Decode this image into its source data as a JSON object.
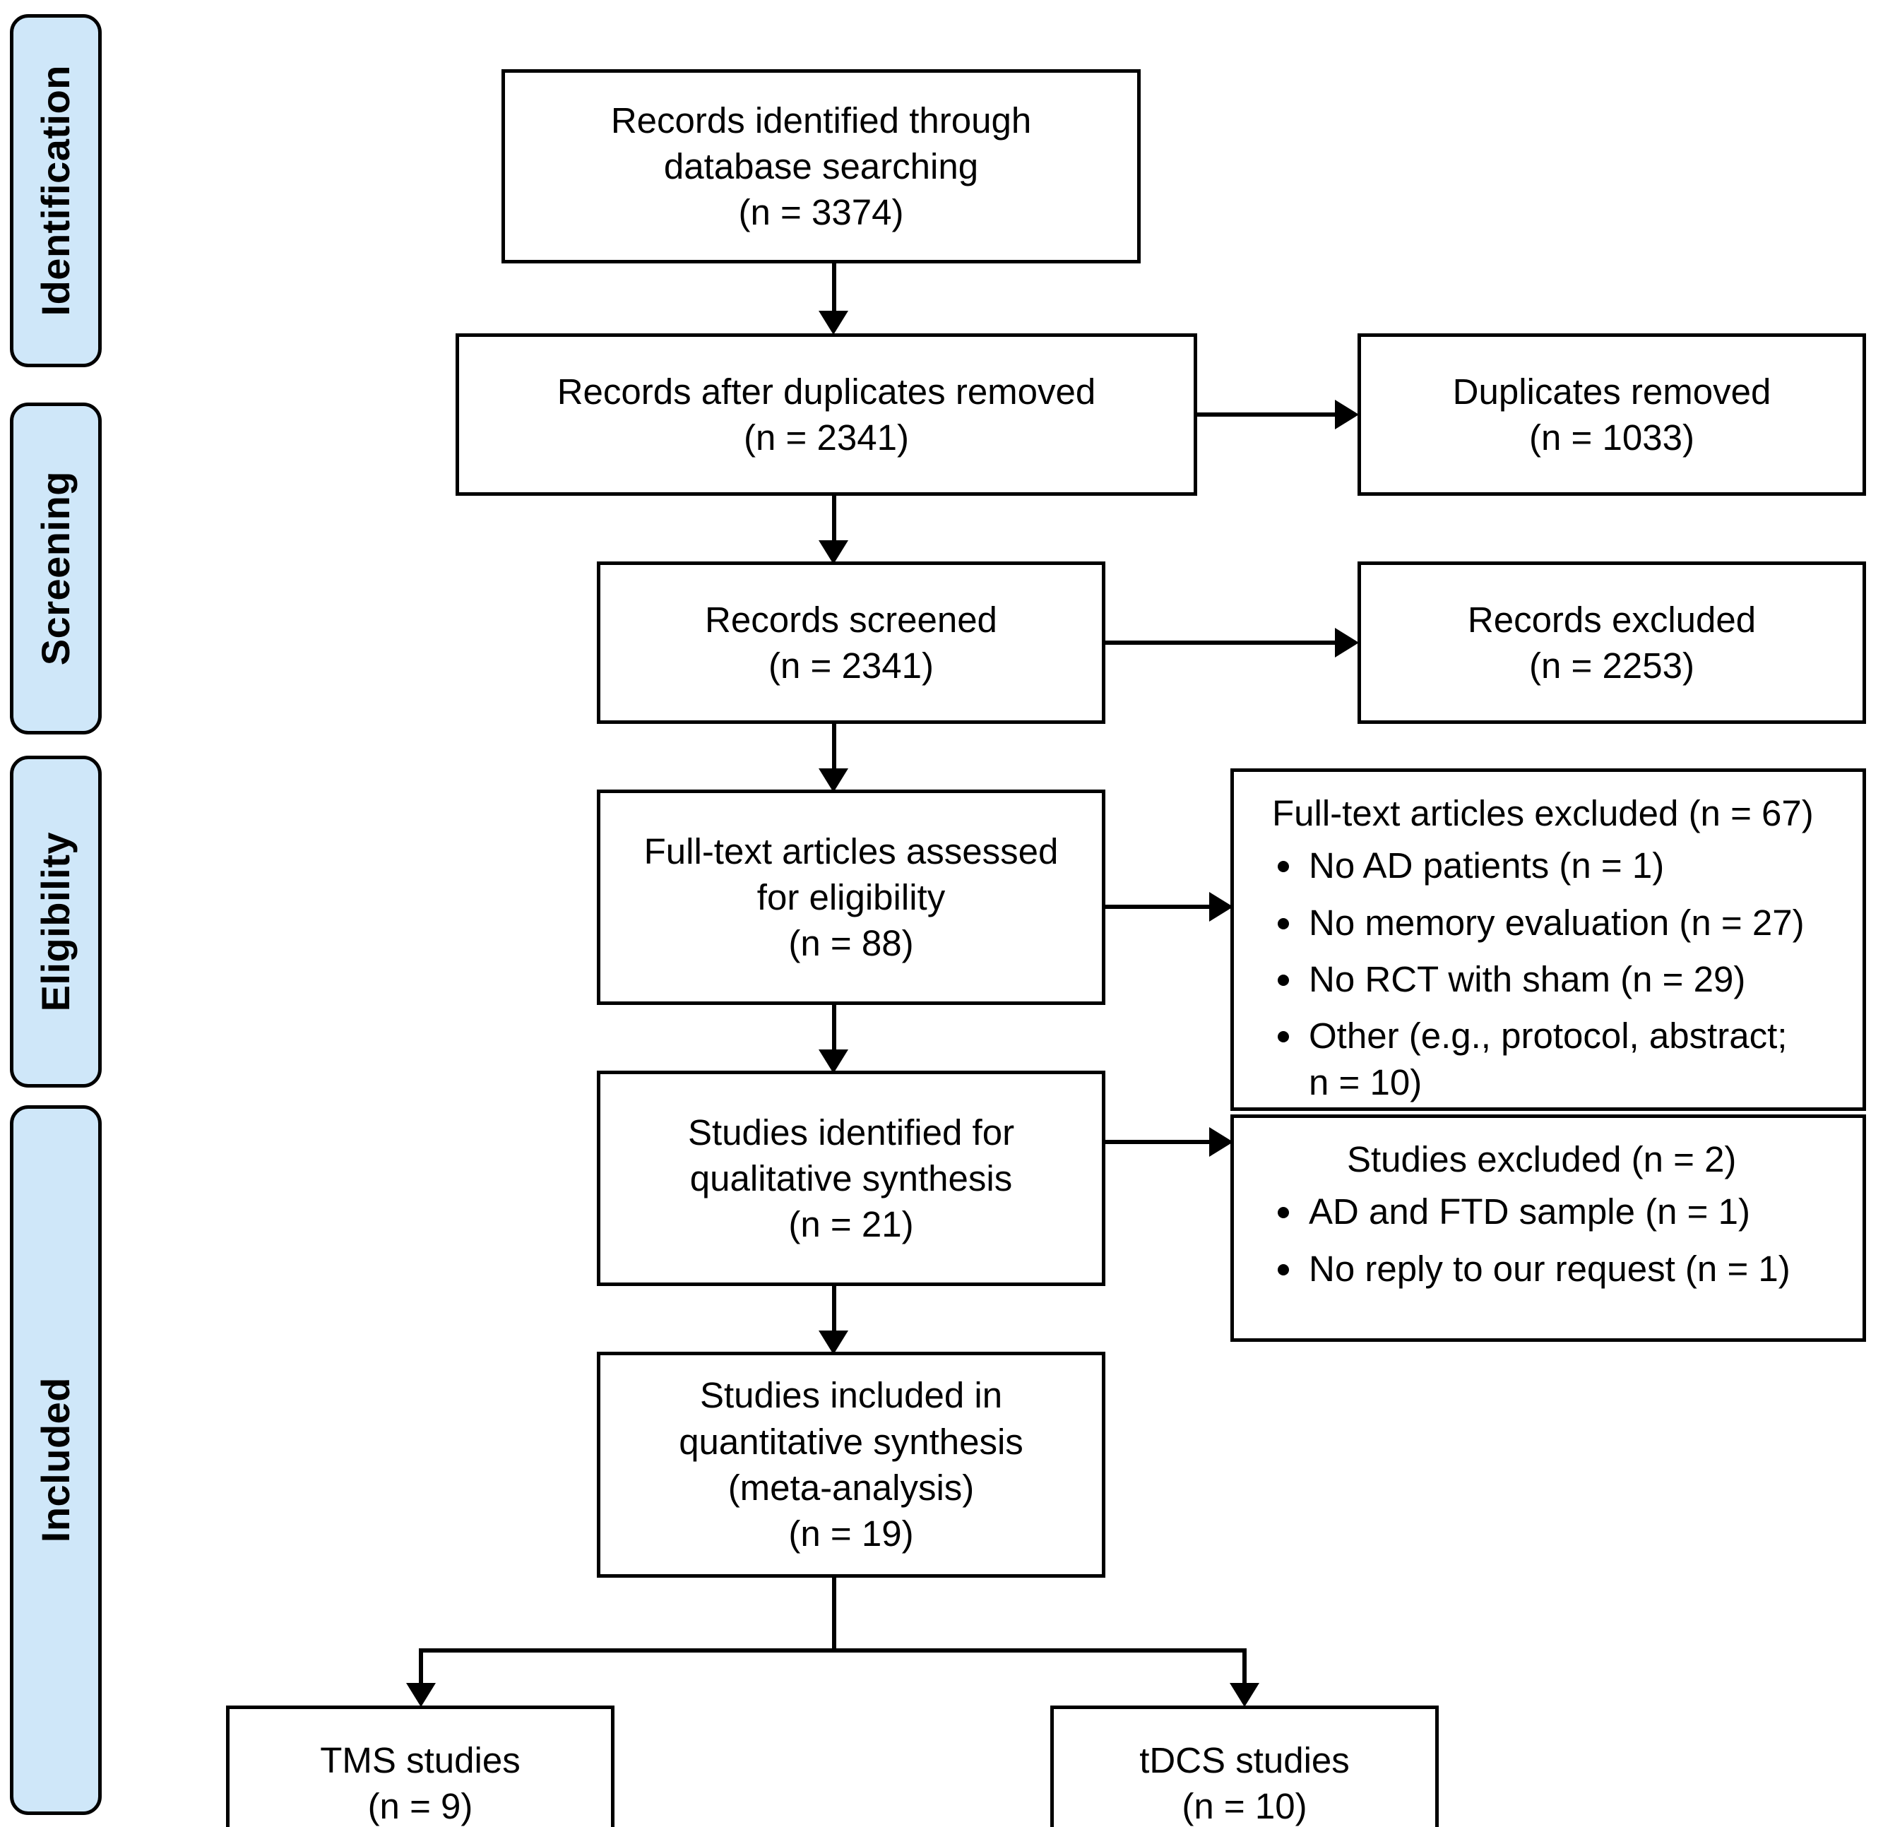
{
  "diagram": {
    "title": "PRISMA flow diagram",
    "accent_color": "#CFE7F9",
    "line_color": "#000000",
    "box_fill": "#ffffff"
  },
  "stages": [
    {
      "id": "identification",
      "label": "Identification"
    },
    {
      "id": "screening",
      "label": "Screening"
    },
    {
      "id": "eligibility",
      "label": "Eligibility"
    },
    {
      "id": "included",
      "label": "Included"
    }
  ],
  "boxes": {
    "records_identified": {
      "line1": "Records identified through",
      "line2": "database searching",
      "line3": "(n = 3374)",
      "n": 3374
    },
    "records_after_duplicates": {
      "line1": "Records after duplicates removed",
      "line2": "(n = 2341)",
      "n": 2341
    },
    "duplicates_removed": {
      "line1": "Duplicates removed",
      "line2": "(n = 1033)",
      "n": 1033
    },
    "records_screened": {
      "line1": "Records screened",
      "line2": "(n = 2341)",
      "n": 2341
    },
    "records_excluded": {
      "line1": "Records excluded",
      "line2": "(n = 2253)",
      "n": 2253
    },
    "fulltext_assessed": {
      "line1": "Full-text articles assessed",
      "line2": "for eligibility",
      "line3": "(n = 88)",
      "n": 88
    },
    "fulltext_excluded": {
      "title": "Full-text articles excluded (n = 67)",
      "n": 67,
      "reasons": [
        {
          "label": "No AD patients (n = 1)",
          "n": 1
        },
        {
          "label": "No memory evaluation (n = 27)",
          "n": 27
        },
        {
          "label": "No RCT with sham (n = 29)",
          "n": 29
        },
        {
          "label": "Other (e.g., protocol, abstract;",
          "label2": "n = 10)",
          "n": 10
        }
      ]
    },
    "studies_qualitative": {
      "line1": "Studies identified for",
      "line2": "qualitative synthesis",
      "line3": "(n = 21)",
      "n": 21
    },
    "studies_excluded": {
      "title": "Studies excluded (n = 2)",
      "n": 2,
      "reasons": [
        {
          "label": "AD and FTD sample (n = 1)",
          "n": 1
        },
        {
          "label": "No reply to our request (n = 1)",
          "n": 1
        }
      ]
    },
    "studies_quantitative": {
      "line1": "Studies included in",
      "line2": "quantitative synthesis",
      "line3": "(meta-analysis)",
      "line4": "(n = 19)",
      "n": 19
    },
    "tms_studies": {
      "line1": "TMS studies",
      "line2": "(n = 9)",
      "n": 9
    },
    "tdcs_studies": {
      "line1": "tDCS studies",
      "line2": "(n = 10)",
      "n": 10
    }
  }
}
